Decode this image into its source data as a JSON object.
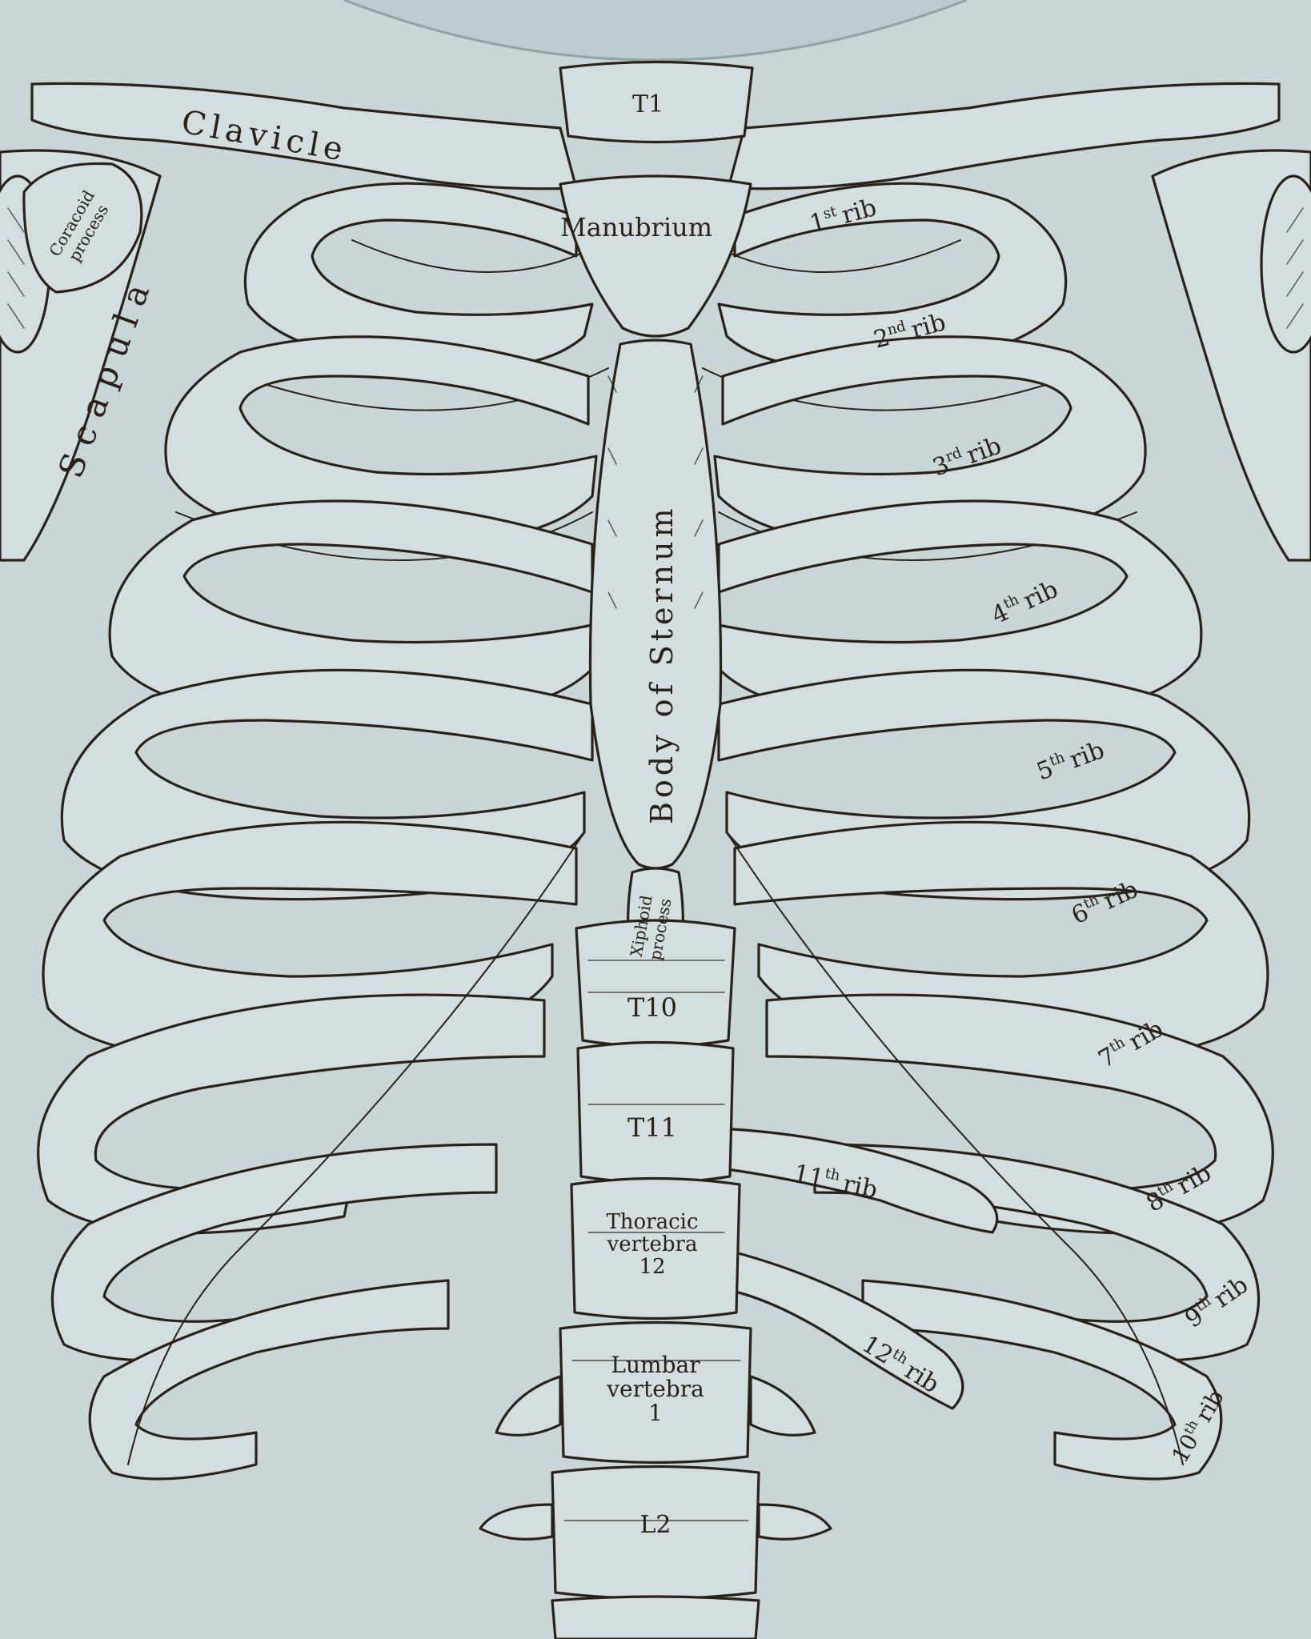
{
  "colors": {
    "background": "#c9d6d8",
    "bone_fill": "#d2dedf",
    "ink": "#2a2118"
  },
  "labels": {
    "t1": "T1",
    "clavicle": "Clavicle",
    "coracoid_line1": "Coracoid",
    "coracoid_line2": "process",
    "scapula": "Scapula",
    "manubrium": "Manubrium",
    "body_of_sternum": "Body of Sternum",
    "xiphoid_line1": "Xiphoid",
    "xiphoid_line2": "process",
    "t10": "T10",
    "t11": "T11",
    "thoracic_line1": "Thoracic",
    "thoracic_line2": "vertebra",
    "thoracic_line3": "12",
    "lumbar_line1": "Lumbar",
    "lumbar_line2": "vertebra",
    "lumbar_line3": "1",
    "l2": "L2",
    "rib1_num": "1",
    "rib1_sup": "st",
    "rib1_word": "rib",
    "rib2_num": "2",
    "rib2_sup": "nd",
    "rib2_word": "rib",
    "rib3_num": "3",
    "rib3_sup": "rd",
    "rib3_word": "rib",
    "rib4_num": "4",
    "rib4_sup": "th",
    "rib4_word": "rib",
    "rib5_num": "5",
    "rib5_sup": "th",
    "rib5_word": "rib",
    "rib6_num": "6",
    "rib6_sup": "th",
    "rib6_word": "rib",
    "rib7_num": "7",
    "rib7_sup": "th",
    "rib7_word": "rib",
    "rib8_num": "8",
    "rib8_sup": "th",
    "rib8_word": "rib",
    "rib9_num": "9",
    "rib9_sup": "th",
    "rib9_word": "rib",
    "rib10_num": "10",
    "rib10_sup": "th",
    "rib10_word": "rib",
    "rib11_num": "11",
    "rib11_sup": "th",
    "rib11_word": "rib",
    "rib12_num": "12",
    "rib12_sup": "th",
    "rib12_word": "rib"
  }
}
